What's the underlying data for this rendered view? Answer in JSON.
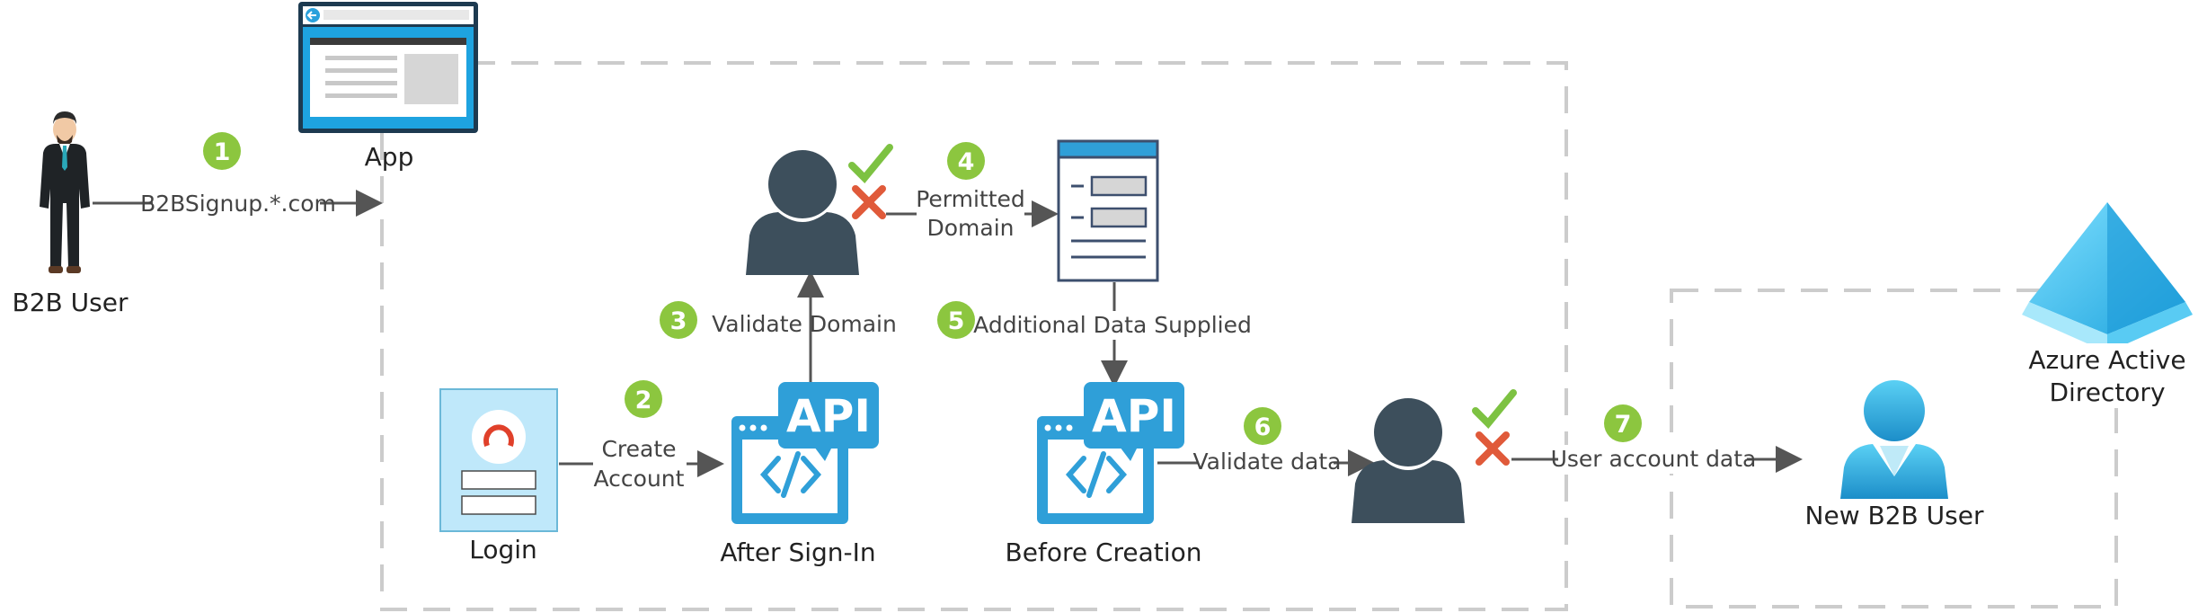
{
  "actors": {
    "b2b_user": "B2B User",
    "app": "App",
    "login": "Login",
    "after_signin": "After Sign-In",
    "before_creation": "Before Creation",
    "new_b2b_user": "New B2B User",
    "azure_ad_line1": "Azure Active",
    "azure_ad_line2": "Directory"
  },
  "api_badges": {
    "after_signin": "API",
    "before_creation": "API"
  },
  "steps": [
    {
      "num": "1",
      "label": "B2BSignup.*.com"
    },
    {
      "num": "2",
      "label_line1": "Create",
      "label_line2": "Account"
    },
    {
      "num": "3",
      "label": "Validate Domain"
    },
    {
      "num": "4",
      "label_line1": "Permitted",
      "label_line2": "Domain"
    },
    {
      "num": "5",
      "label": "Additional Data Supplied"
    },
    {
      "num": "6",
      "label": "Validate data"
    },
    {
      "num": "7",
      "label": "User account data"
    }
  ],
  "colors": {
    "step_badge": "#8cc63f",
    "api_blue": "#2f9fd8",
    "person_dark": "#3d4f5c",
    "check_green": "#7dc242",
    "cross_red": "#e05a3a",
    "boundary_gray": "#cccccc",
    "azure_blue": "#32bef0"
  }
}
